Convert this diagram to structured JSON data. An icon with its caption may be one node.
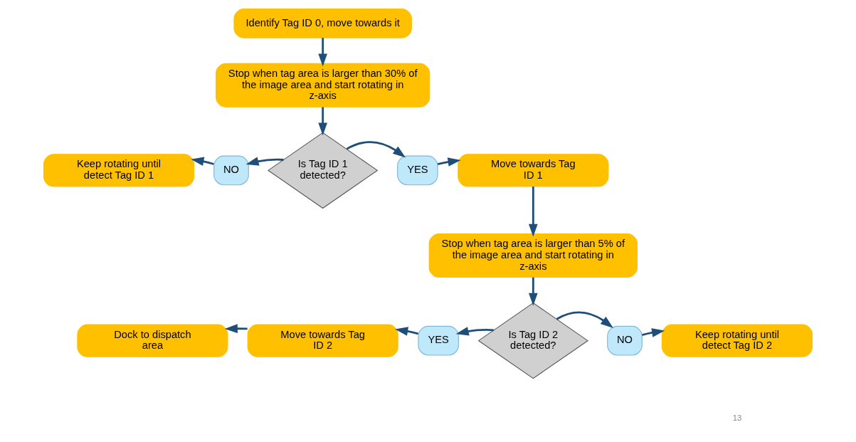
{
  "diagram": {
    "nodes": [
      {
        "text": [
          "Identify Tag ID 0, move towards it"
        ]
      },
      {
        "text": [
          "Stop when tag area is larger than 30% of the image area and start rotating in z-axis"
        ]
      },
      {
        "text": [
          "Is Tag ID 1 detected?"
        ]
      },
      {
        "text": [
          "Keep rotating until detect Tag ID 1"
        ]
      },
      {
        "text": [
          "NO"
        ]
      },
      {
        "text": [
          "YES"
        ]
      },
      {
        "text": [
          "Move towards Tag ID 1"
        ]
      },
      {
        "text": [
          "Stop when tag area is larger than 5% of the image area and start rotating in z-axis"
        ]
      },
      {
        "text": [
          "Is Tag ID 2 detected?"
        ]
      },
      {
        "text": [
          "Dock to dispatch area"
        ]
      },
      {
        "text": [
          "Move towards Tag ID 2"
        ]
      },
      {
        "text": [
          "YES"
        ]
      },
      {
        "text": [
          "NO"
        ]
      },
      {
        "text": [
          "Keep rotating until detect Tag ID 2"
        ]
      }
    ],
    "edges": [
      {
        "from": 0,
        "to": 1,
        "arrow": "to"
      },
      {
        "from": 1,
        "to": 2,
        "arrow": "to"
      },
      {
        "from": 2,
        "to": 4,
        "arrow": "to"
      },
      {
        "from": 4,
        "to": 3,
        "arrow": "to"
      },
      {
        "from": 2,
        "to": 5,
        "arrow": "to"
      },
      {
        "from": 5,
        "to": 6,
        "arrow": "to"
      },
      {
        "from": 6,
        "to": 7,
        "arrow": "to"
      },
      {
        "from": 7,
        "to": 8,
        "arrow": "to"
      },
      {
        "from": 8,
        "to": 11,
        "arrow": "to"
      },
      {
        "from": 11,
        "to": 10,
        "arrow": "to"
      },
      {
        "from": 10,
        "to": 9,
        "arrow": "to"
      },
      {
        "from": 8,
        "to": 12,
        "arrow": "to"
      },
      {
        "from": 12,
        "to": 13,
        "arrow": "to"
      }
    ],
    "labels": [
      "13"
    ]
  }
}
